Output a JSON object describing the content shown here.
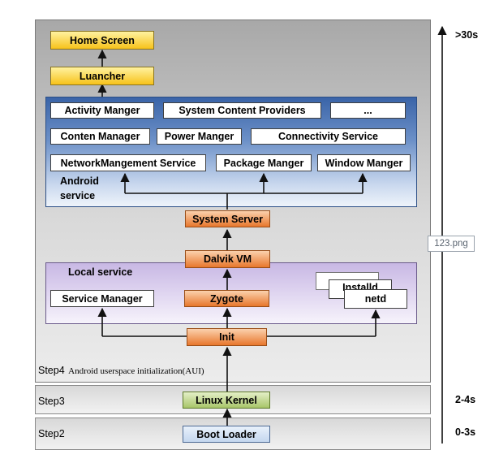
{
  "steps": {
    "step4_label": "Step4",
    "step4_desc": "Android userspace initialization(AUI)",
    "step3_label": "Step3",
    "step2_label": "Step2"
  },
  "timeline": {
    "top": ">30s",
    "mid": "2-4s",
    "bottom": "0-3s"
  },
  "top_chain": {
    "home_screen": "Home Screen",
    "launcher": "Luancher"
  },
  "android_service": {
    "group_label_line1": "Android",
    "group_label_line2": "service",
    "row1": [
      "Activity Manger",
      "System Content Providers",
      "..."
    ],
    "row2": [
      "Conten Manager",
      "Power Manger",
      "Connectivity Service"
    ],
    "row3": [
      "NetworkMangement Service",
      "Package Manger",
      "Window Manger"
    ]
  },
  "system_server": "System Server",
  "dalvik_vm": "Dalvik VM",
  "local_service": {
    "group_label": "Local service",
    "service_manager": "Service Manager",
    "zygote": "Zygote",
    "installd": "Installd",
    "netd": "netd"
  },
  "init": "Init",
  "linux_kernel": "Linux Kernel",
  "boot_loader": "Boot Loader",
  "tooltip": "123.png",
  "colors": {
    "yellow_box": "#f7c21a",
    "orange_box": "#e8772c",
    "green_box": "#a8c66a",
    "android_group": "#3a64a8",
    "local_group": "#c8b8e4"
  }
}
